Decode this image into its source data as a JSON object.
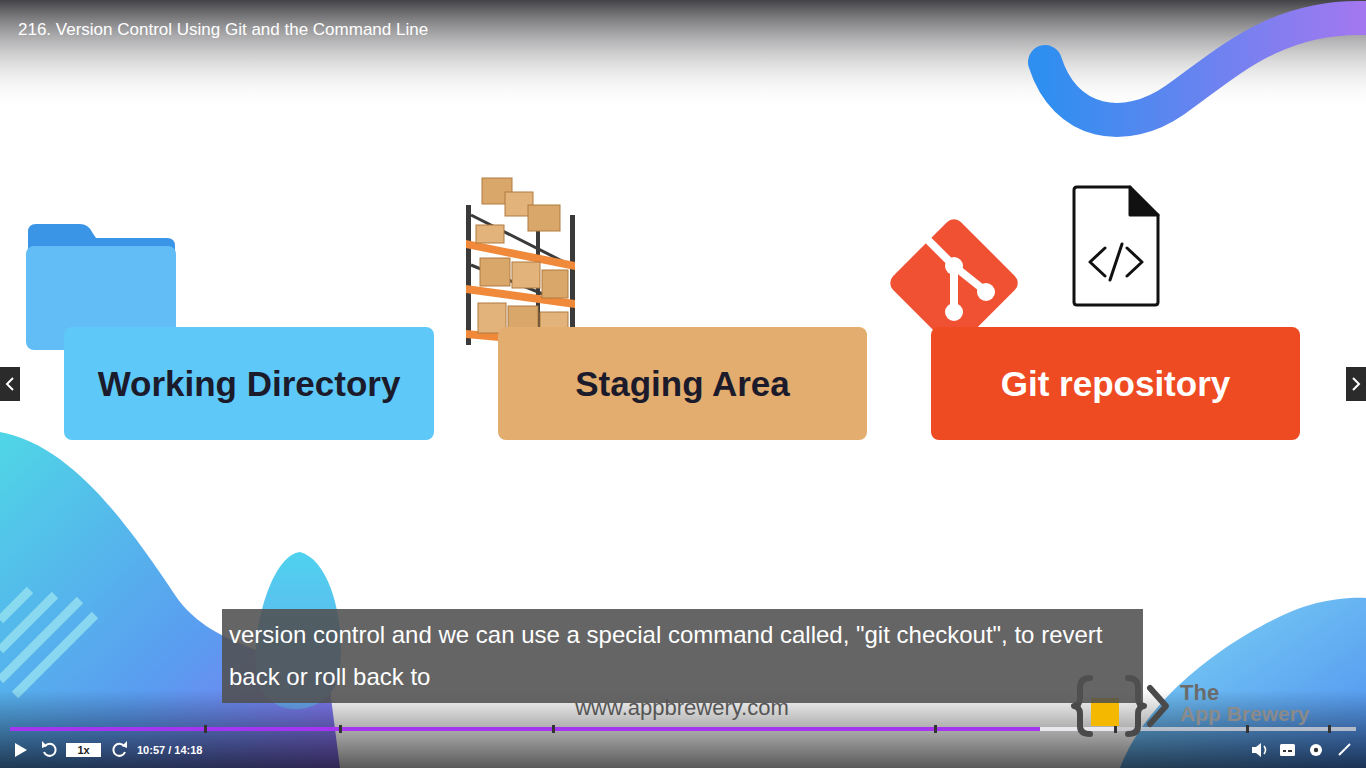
{
  "diagram": {
    "title": "216. Version Control Using Git and the Command Line",
    "nodes": [
      {
        "text": [
          "Working Directory"
        ]
      },
      {
        "text": [
          "Staging Area"
        ]
      },
      {
        "text": [
          "Git repository"
        ]
      }
    ],
    "labels": [
      "version control and we can use a special command called, \"git checkout\", to revert back or roll back to",
      "www.appbrewery.com",
      "The",
      "App Brewery",
      "1x",
      "10:57 / 14:18"
    ]
  }
}
